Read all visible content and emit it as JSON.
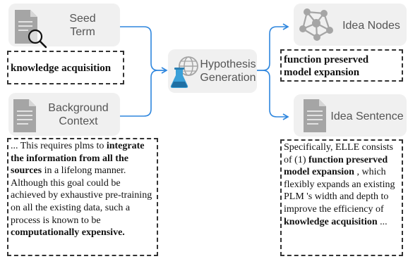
{
  "seed": {
    "title_line1": "Seed",
    "title_line2": "Term",
    "value": "knowledge acquisition"
  },
  "background": {
    "title_line1": "Background",
    "title_line2": "Context",
    "segments": [
      {
        "text": "... This requires plms to ",
        "bold": false
      },
      {
        "text": "integrate the information from all the sources",
        "bold": true
      },
      {
        "text": " in a lifelong manner. Although this goal could be achieved by exhaustive pre-training on all the existing data, such a process is known to be ",
        "bold": false
      },
      {
        "text": "computationally expensive.",
        "bold": true
      }
    ]
  },
  "hypothesis": {
    "title_line1": "Hypothesis",
    "title_line2": "Generation"
  },
  "idea_nodes": {
    "title": "Idea Nodes",
    "value": "function preserved model expansion"
  },
  "idea_sentence": {
    "title": "Idea Sentence",
    "segments": [
      {
        "text": "Specifically, ELLE consists of (1) ",
        "bold": false
      },
      {
        "text": "function preserved model expansion",
        "bold": true
      },
      {
        "text": " , which flexibly expands an existing PLM 's width and depth to improve the efficiency of ",
        "bold": false
      },
      {
        "text": "knowledge acquisition",
        "bold": true
      },
      {
        "text": " ...",
        "bold": false
      }
    ]
  },
  "colors": {
    "arrow": "#2e86de",
    "card": "#f0f0f0",
    "icon": "#a5a5a5",
    "beaker": "#3aa0d8"
  },
  "icons": {
    "seed": "document-search-icon",
    "background": "document-icon",
    "hypothesis": "globe-beaker-icon",
    "nodes": "network-icon",
    "sentence": "document-icon"
  }
}
